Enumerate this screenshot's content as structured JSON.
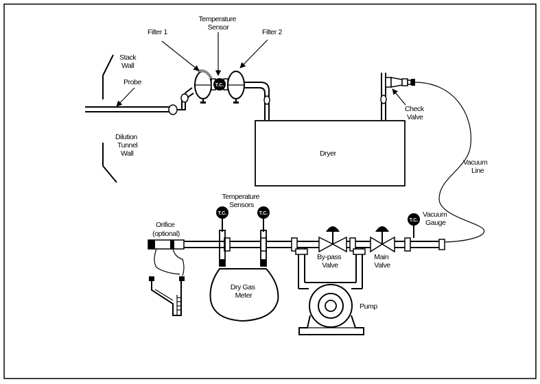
{
  "labels": {
    "temperature_sensor": [
      "Temperature",
      "Sensor"
    ],
    "filter1": "Filter 1",
    "filter2": "Filter 2",
    "stack_wall": [
      "Stack",
      "Wall"
    ],
    "probe": "Probe",
    "dilution_tunnel_wall": [
      "Dilution",
      "Tunnel",
      "Wall"
    ],
    "check_valve": [
      "Check",
      "Valve"
    ],
    "dryer": "Dryer",
    "vacuum_line": [
      "Vacuum",
      "Line"
    ],
    "temperature_sensors": [
      "Temperature",
      "Sensors"
    ],
    "vacuum_gauge": [
      "Vacuum",
      "Gauge"
    ],
    "orifice": [
      "Orifice",
      "(optional)"
    ],
    "bypass_valve": [
      "By-pass",
      "Valve"
    ],
    "main_valve": [
      "Main",
      "Valve"
    ],
    "dry_gas_meter": [
      "Dry Gas",
      "Meter"
    ],
    "pump": "Pump"
  },
  "gauge_glyph": "T.C."
}
